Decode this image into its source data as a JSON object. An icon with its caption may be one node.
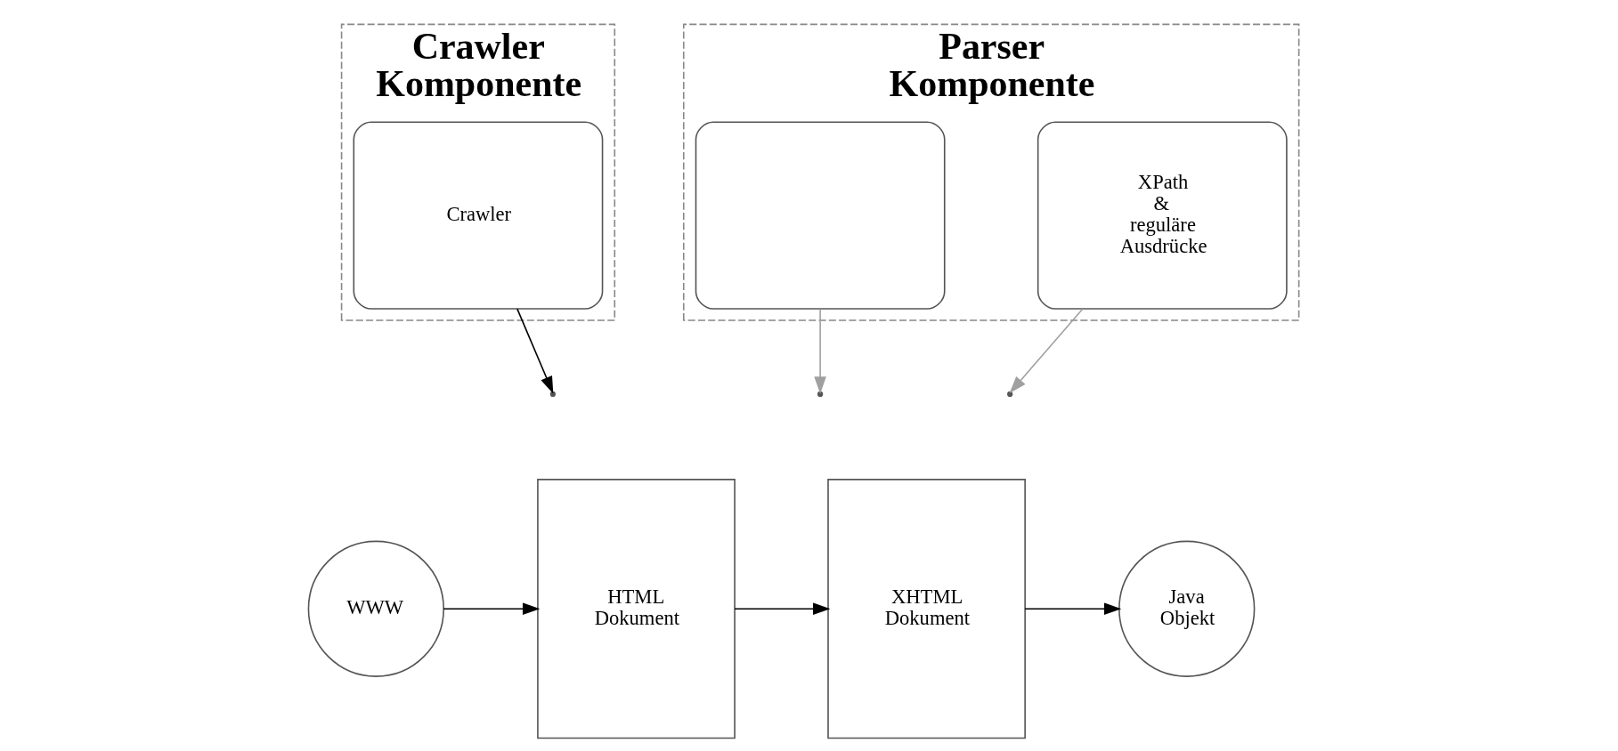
{
  "diagram": {
    "nodes": [
      {
        "text": [
          "Crawler Komponente"
        ]
      },
      {
        "text": [
          "Crawler"
        ],
        "in": 0
      },
      {
        "text": [
          "Parser Komponente"
        ]
      },
      {
        "text": [],
        "shape": "box",
        "in": 2
      },
      {
        "text": [
          "XPath & reguläre Ausdrücke"
        ],
        "in": 2
      },
      {
        "text": [
          "WWW"
        ]
      },
      {
        "text": [
          "HTML Dokument"
        ]
      },
      {
        "text": [
          "XHTML Dokument"
        ]
      },
      {
        "text": [
          "Java Objekt"
        ]
      }
    ],
    "edges": [
      {
        "from": 5,
        "to": 6,
        "arrow": "to"
      },
      {
        "from": 1,
        "to": null,
        "arrow": "to"
      },
      {
        "from": 6,
        "to": 7,
        "arrow": "to"
      },
      {
        "from": 3,
        "to": null,
        "arrow": "to",
        "color": "#a0a0a0"
      },
      {
        "from": 7,
        "to": 8,
        "arrow": "to"
      },
      {
        "from": 4,
        "to": null,
        "arrow": "to",
        "color": "#a0a0a0"
      }
    ]
  }
}
